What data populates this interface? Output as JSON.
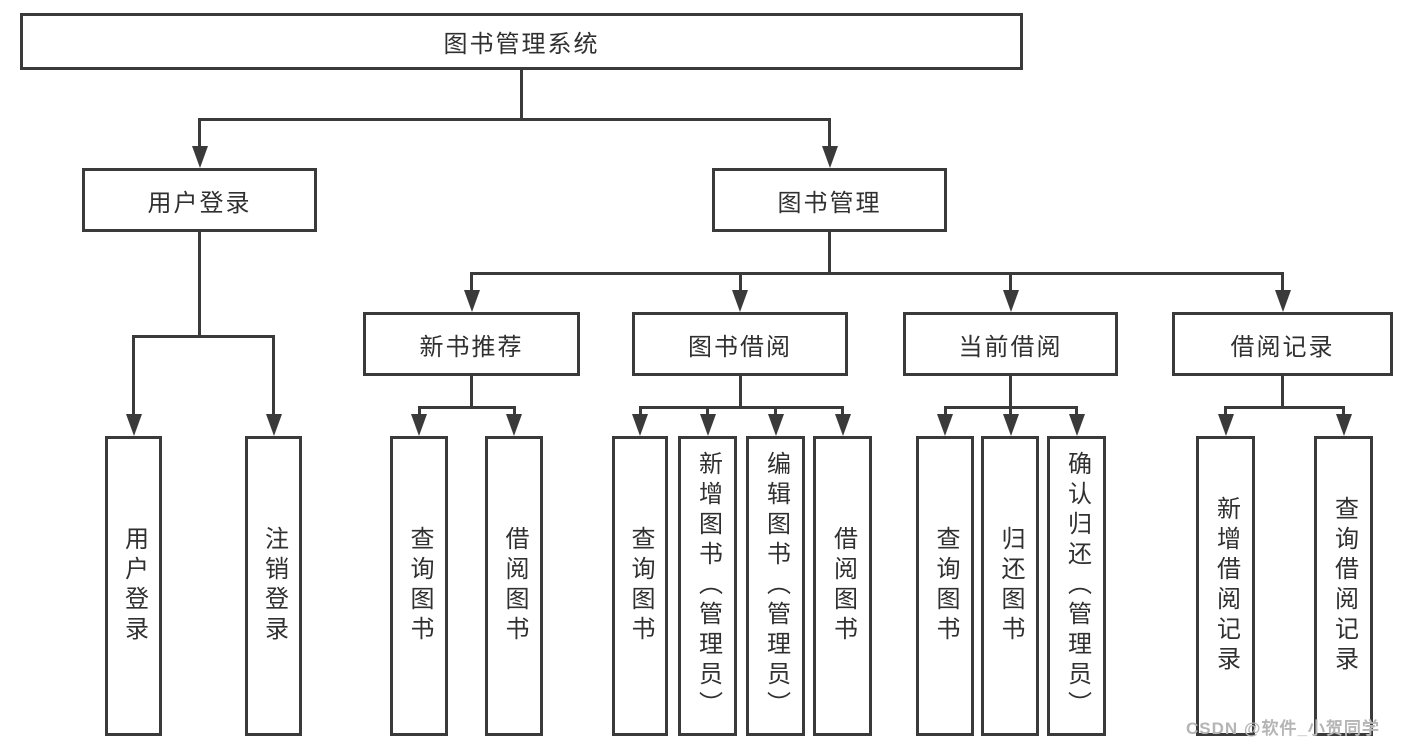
{
  "diagram": {
    "title": "图书管理系统",
    "watermark": "CSDN @软件_小贺同学",
    "colors": {
      "line": "#3a3a3a",
      "border": "#3a3a3a",
      "text": "#303030",
      "watermark": "#b5b5b5",
      "background": "#ffffff"
    },
    "nodes": [
      {
        "id": "system",
        "label": "图书管理系统",
        "parent": null,
        "orientation": "horizontal"
      },
      {
        "id": "user-login",
        "label": "用户登录",
        "parent": "system",
        "orientation": "horizontal"
      },
      {
        "id": "book-management",
        "label": "图书管理",
        "parent": "system",
        "orientation": "horizontal"
      },
      {
        "id": "new-book-recommend",
        "label": "新书推荐",
        "parent": "book-management",
        "orientation": "horizontal"
      },
      {
        "id": "book-borrow",
        "label": "图书借阅",
        "parent": "book-management",
        "orientation": "horizontal"
      },
      {
        "id": "current-borrow",
        "label": "当前借阅",
        "parent": "book-management",
        "orientation": "horizontal"
      },
      {
        "id": "borrow-records",
        "label": "借阅记录",
        "parent": "book-management",
        "orientation": "horizontal"
      },
      {
        "id": "leaf-user-login",
        "label": "用户登录",
        "parent": "user-login",
        "orientation": "vertical"
      },
      {
        "id": "leaf-logout",
        "label": "注销登录",
        "parent": "user-login",
        "orientation": "vertical"
      },
      {
        "id": "leaf-query-book-1",
        "label": "查询图书",
        "parent": "new-book-recommend",
        "orientation": "vertical"
      },
      {
        "id": "leaf-borrow-book-1",
        "label": "借阅图书",
        "parent": "new-book-recommend",
        "orientation": "vertical"
      },
      {
        "id": "leaf-query-book-2",
        "label": "查询图书",
        "parent": "book-borrow",
        "orientation": "vertical"
      },
      {
        "id": "leaf-add-book",
        "label": "新增图书（管理员）",
        "parent": "book-borrow",
        "orientation": "vertical"
      },
      {
        "id": "leaf-edit-book",
        "label": "编辑图书（管理员）",
        "parent": "book-borrow",
        "orientation": "vertical"
      },
      {
        "id": "leaf-borrow-book-2",
        "label": "借阅图书",
        "parent": "book-borrow",
        "orientation": "vertical"
      },
      {
        "id": "leaf-query-book-3",
        "label": "查询图书",
        "parent": "current-borrow",
        "orientation": "vertical"
      },
      {
        "id": "leaf-return-book",
        "label": "归还图书",
        "parent": "current-borrow",
        "orientation": "vertical"
      },
      {
        "id": "leaf-confirm-return",
        "label": "确认归还（管理员）",
        "parent": "current-borrow",
        "orientation": "vertical"
      },
      {
        "id": "leaf-add-borrow-record",
        "label": "新增借阅记录",
        "parent": "borrow-records",
        "orientation": "vertical"
      },
      {
        "id": "leaf-query-borrow-record",
        "label": "查询借阅记录",
        "parent": "borrow-records",
        "orientation": "vertical"
      }
    ]
  }
}
